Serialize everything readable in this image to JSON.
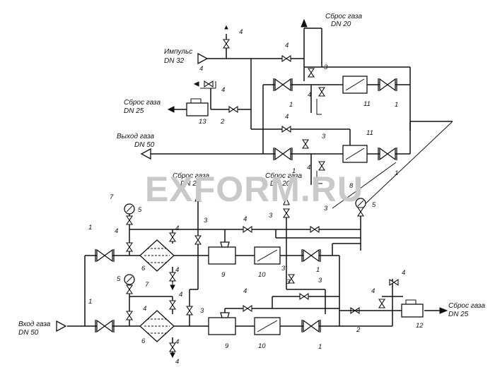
{
  "labels": {
    "impulse": "Импульс",
    "impulse_dn": "DN 32",
    "vent_top": "Сброс газа",
    "vent_top_dn": "DN 20",
    "vent_left": "Сброс газа",
    "vent_left_dn": "DN 25",
    "outlet": "Выход газа",
    "outlet_dn": "DN 50",
    "vent_mid1": "Сброс газа",
    "vent_mid1_dn": "DN 20",
    "vent_mid2": "Сброс газа",
    "vent_mid2_dn": "DN 20",
    "inlet": "Вход газа",
    "inlet_dn": "DN 50",
    "vent_right": "Сброс газа",
    "vent_right_dn": "DN 25"
  },
  "watermark": "EXFORM.RU",
  "numbers": {
    "n1": "1",
    "n2": "2",
    "n3": "3",
    "n4": "4",
    "n5": "5",
    "n6": "6",
    "n7": "7",
    "n8": "8",
    "n9": "9",
    "n10": "10",
    "n11": "11",
    "n12": "12",
    "n13": "13"
  },
  "colors": {
    "ink": "#111111",
    "watermark": "#c9c9c9",
    "background": "#ffffff"
  }
}
